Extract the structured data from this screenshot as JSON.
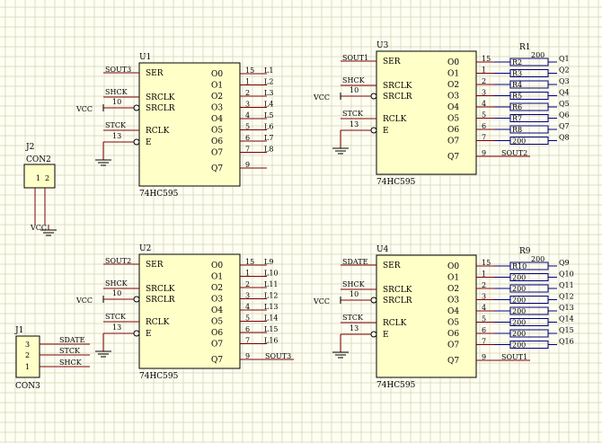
{
  "colors": {
    "background": "#fefef2",
    "grid": "#d2d2b6",
    "chip_fill": "#ffffc8",
    "chip_stroke": "#000000",
    "wire": "#7f0000",
    "resistor": "#00007f",
    "text": "#000000"
  },
  "chips": [
    {
      "designator": "U1",
      "part": "74HC595",
      "left_pins": [
        "SER",
        "SRCLK",
        "SRCLR",
        "RCLK",
        "E"
      ],
      "right_pins": [
        "O0",
        "O1",
        "O2",
        "O3",
        "O4",
        "O5",
        "O6",
        "O7",
        "Q7"
      ],
      "right_pin_numbers": [
        "15",
        "1",
        "2",
        "3",
        "4",
        "5",
        "6",
        "7",
        "9"
      ],
      "ser_net": "SOUT3",
      "shck_label": "SHCK",
      "srclr_num": "10",
      "stck_label": "STCK",
      "e_num": "13",
      "out_nets": [
        "L1",
        "L2",
        "L3",
        "L4",
        "L5",
        "L6",
        "L7",
        "L8"
      ],
      "q7_net": ""
    },
    {
      "designator": "U3",
      "part": "74HC595",
      "left_pins": [
        "SER",
        "SRCLK",
        "SRCLR",
        "RCLK",
        "E"
      ],
      "right_pins": [
        "O0",
        "O1",
        "O2",
        "O3",
        "O4",
        "O5",
        "O6",
        "O7",
        "Q7"
      ],
      "right_pin_numbers": [
        "15",
        "1",
        "2",
        "3",
        "4",
        "5",
        "6",
        "7",
        "9"
      ],
      "ser_net": "SOUT1",
      "shck_label": "SHCK",
      "srclr_num": "10",
      "stck_label": "STCK",
      "e_num": "13",
      "out_nets": [],
      "q7_net": "SOUT2"
    },
    {
      "designator": "U2",
      "part": "74HC595",
      "left_pins": [
        "SER",
        "SRCLK",
        "SRCLR",
        "RCLK",
        "E"
      ],
      "right_pins": [
        "O0",
        "O1",
        "O2",
        "O3",
        "O4",
        "O5",
        "O6",
        "O7",
        "Q7"
      ],
      "right_pin_numbers": [
        "15",
        "1",
        "2",
        "3",
        "4",
        "5",
        "6",
        "7",
        "9"
      ],
      "ser_net": "SOUT2",
      "shck_label": "SHCK",
      "srclr_num": "10",
      "stck_label": "STCK",
      "e_num": "13",
      "out_nets": [
        "L9",
        "L10",
        "L11",
        "L12",
        "L13",
        "L14",
        "L15",
        "L16"
      ],
      "q7_net": "SOUT3"
    },
    {
      "designator": "U4",
      "part": "74HC595",
      "left_pins": [
        "SER",
        "SRCLK",
        "SRCLR",
        "RCLK",
        "E"
      ],
      "right_pins": [
        "O0",
        "O1",
        "O2",
        "O3",
        "O4",
        "O5",
        "O6",
        "O7",
        "Q7"
      ],
      "right_pin_numbers": [
        "15",
        "1",
        "2",
        "3",
        "4",
        "5",
        "6",
        "7",
        "9"
      ],
      "ser_net": "SDATE",
      "shck_label": "SHCK",
      "srclr_num": "10",
      "stck_label": "STCK",
      "e_num": "13",
      "out_nets": [],
      "q7_net": "SOUT1"
    }
  ],
  "vcc_label": "VCC",
  "resistor_arrays": [
    {
      "designator": "R1",
      "value": "200",
      "pin_labels": [
        "R2",
        "R3",
        "R4",
        "R5",
        "R6",
        "R7",
        "R8",
        "200"
      ],
      "outputs": [
        "Q1",
        "Q2",
        "Q3",
        "Q4",
        "Q5",
        "Q6",
        "Q7",
        "Q8"
      ]
    },
    {
      "designator": "R9",
      "value": "200",
      "pin_labels": [
        "R10",
        "200",
        "200",
        "200",
        "200",
        "200",
        "200",
        "200"
      ],
      "outputs": [
        "Q9",
        "Q10",
        "Q11",
        "Q12",
        "Q13",
        "Q14",
        "Q15",
        "Q16"
      ]
    }
  ],
  "connectors": [
    {
      "designator": "J2",
      "part": "CON2",
      "pin_numbers": [
        "1",
        "2"
      ],
      "net": "VCC"
    },
    {
      "designator": "J1",
      "part": "CON3",
      "pin_numbers": [
        "3",
        "2",
        "1"
      ],
      "nets": [
        "SDATE",
        "STCK",
        "SHCK"
      ]
    }
  ]
}
